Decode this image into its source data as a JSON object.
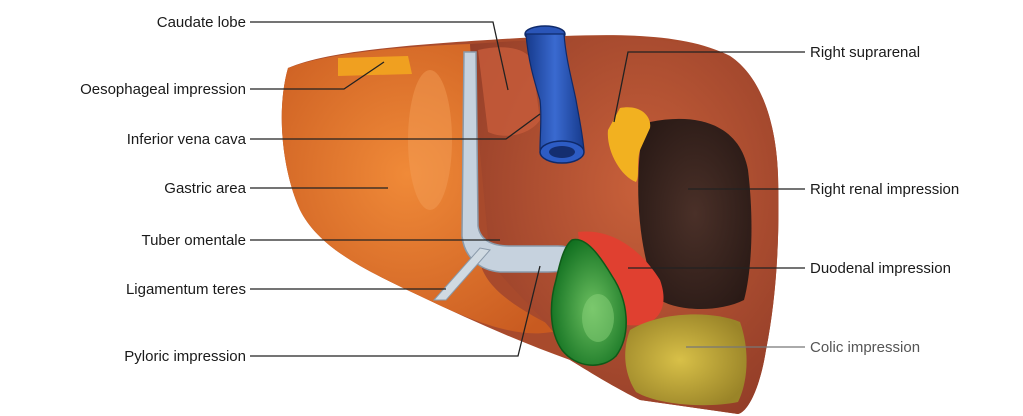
{
  "diagram": {
    "labels": {
      "caudate_lobe": "Caudate lobe",
      "oesophageal_impression": "Oesophageal impression",
      "inferior_vena_cava": "Inferior vena cava",
      "gastric_area": "Gastric area",
      "tuber_omentale": "Tuber omentale",
      "ligamentum_teres": "Ligamentum teres",
      "pyloric_impression": "Pyloric impression",
      "right_suprarenal": "Right suprarenal",
      "right_renal_impression": "Right renal impression",
      "duodenal_impression": "Duodenal impression",
      "colic_impression": "Colic impression"
    },
    "colors": {
      "background": "#ffffff",
      "liver_left_lobe": "#e0702a",
      "liver_right_lobe": "#b24e30",
      "vena_cava": "#1f4aa8",
      "gallbladder": "#1e8a2a",
      "fissure": "#c6d2de",
      "renal_impression": "#3a2620",
      "suprarenal_impression": "#f2b120",
      "duodenal_impression": "#e04030",
      "colic_impression": "#b8a030",
      "oesophageal_patch": "#f0a020",
      "leader_line": "#222222",
      "label_text": "#1a1a1a",
      "colic_label_text": "#555555"
    }
  }
}
